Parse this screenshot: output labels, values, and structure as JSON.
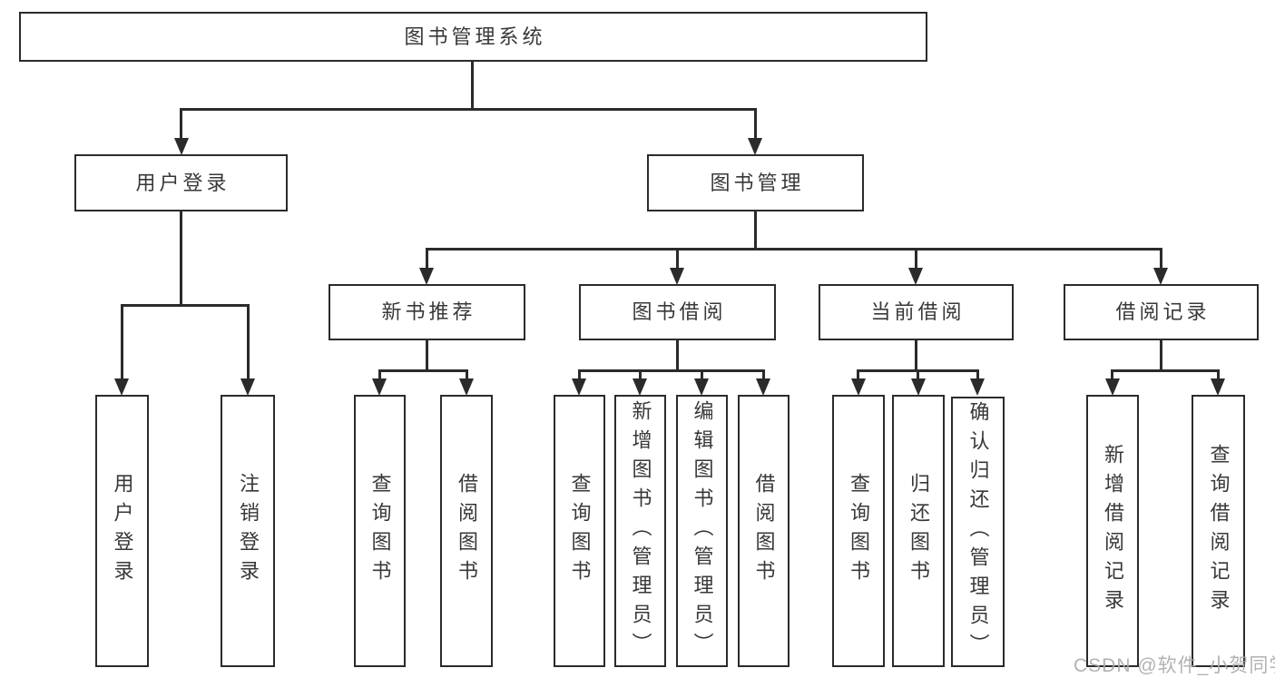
{
  "title": "图书管理系统",
  "watermark": "CSDN @软件_小贺同学",
  "colors": {
    "line": "#2b2b2b",
    "text": "#383838",
    "watermark": "#aaaaae",
    "background": "#ffffff"
  },
  "diagram_type": "hierarchy-tree",
  "tree": {
    "label": "图书管理系统",
    "children": [
      {
        "label": "用户登录",
        "children": [
          {
            "label": "用户登录"
          },
          {
            "label": "注销登录"
          }
        ]
      },
      {
        "label": "图书管理",
        "children": [
          {
            "label": "新书推荐",
            "children": [
              {
                "label": "查询图书"
              },
              {
                "label": "借阅图书"
              }
            ]
          },
          {
            "label": "图书借阅",
            "children": [
              {
                "label": "查询图书"
              },
              {
                "label": "新增图书（管理员）"
              },
              {
                "label": "编辑图书（管理员）"
              },
              {
                "label": "借阅图书"
              }
            ]
          },
          {
            "label": "当前借阅",
            "children": [
              {
                "label": "查询图书"
              },
              {
                "label": "归还图书"
              },
              {
                "label": "确认归还（管理员）"
              }
            ]
          },
          {
            "label": "借阅记录",
            "children": [
              {
                "label": "新增借阅记录"
              },
              {
                "label": "查询借阅记录"
              }
            ]
          }
        ]
      }
    ]
  }
}
